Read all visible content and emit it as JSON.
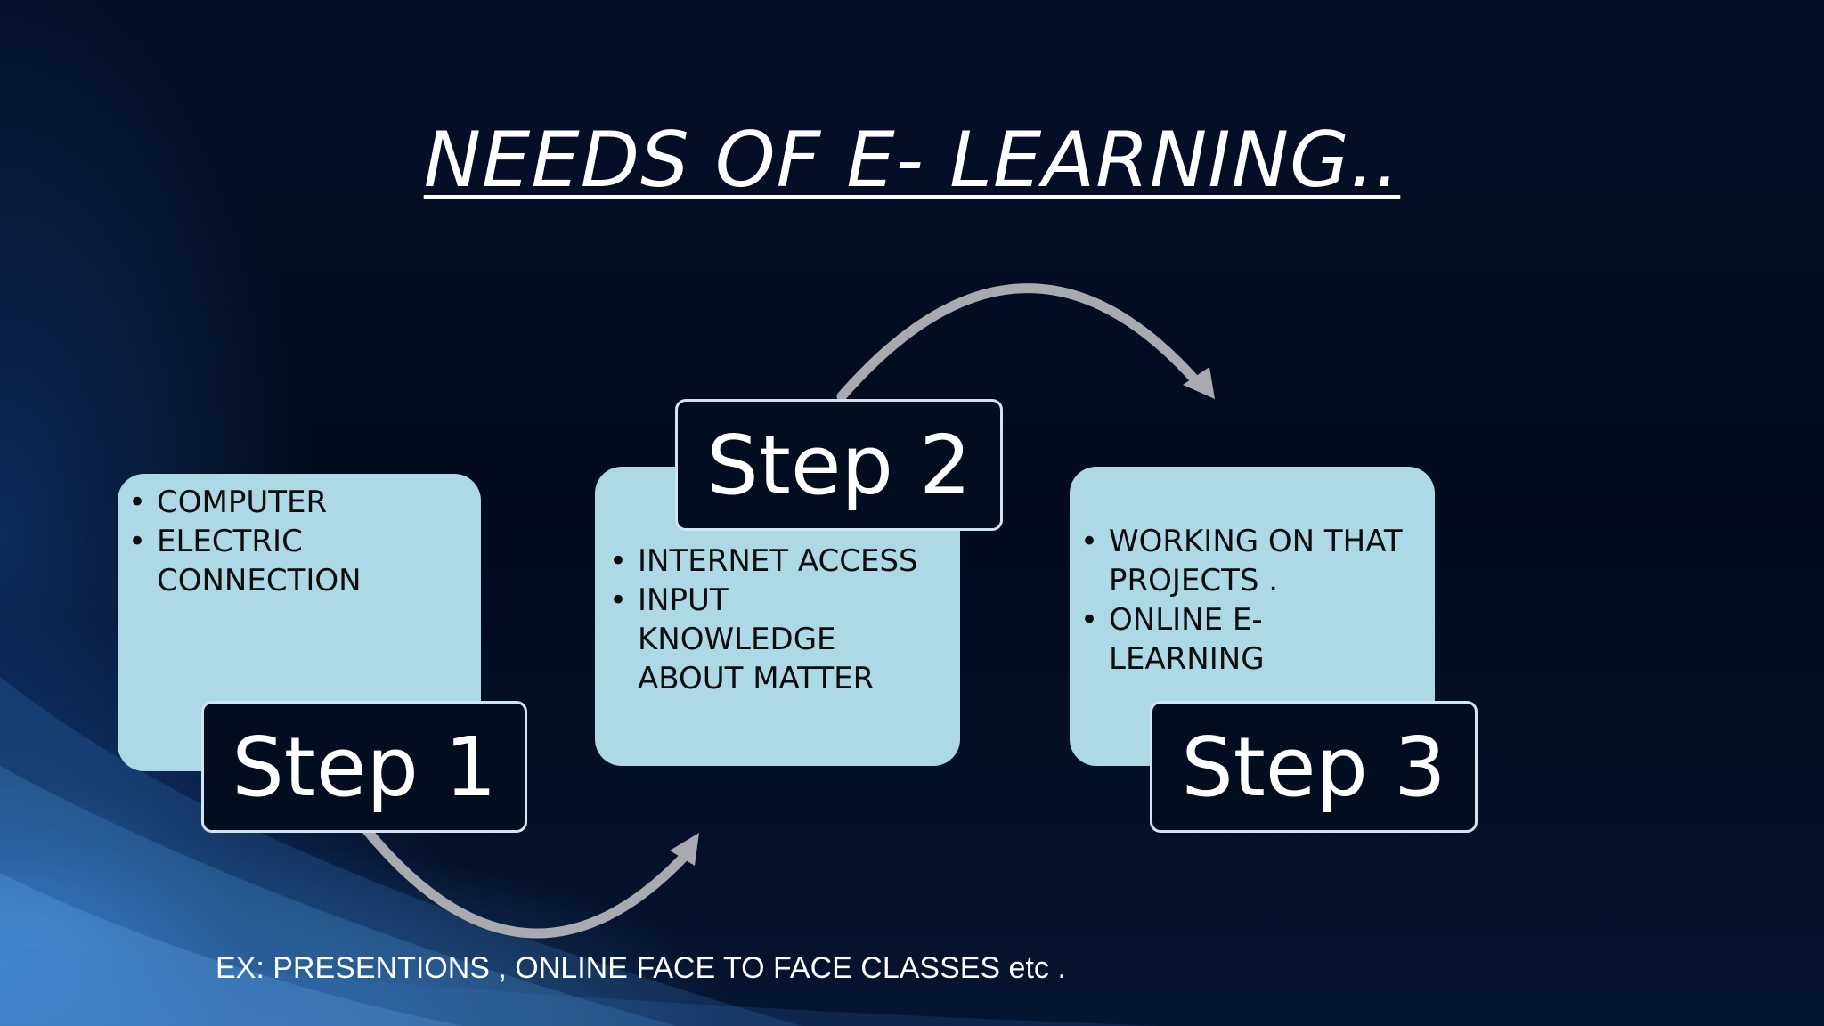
{
  "title": "NEEDS OF E- LEARNING..",
  "steps": [
    {
      "label": "Step 1",
      "items": [
        "COMPUTER",
        "ELECTRIC CONNECTION"
      ]
    },
    {
      "label": "Step 2",
      "items": [
        "INTERNET ACCESS",
        "INPUT KNOWLEDGE ABOUT MATTER"
      ]
    },
    {
      "label": "Step 3",
      "items": [
        "WORKING ON THAT PROJECTS .",
        "ONLINE E-LEARNING"
      ]
    }
  ],
  "footer": "EX: PRESENTIONS , ONLINE FACE TO FACE CLASSES etc .",
  "colors": {
    "background": "#030c1f",
    "content_box": "#add8e6",
    "label_box": "#030d20",
    "arrow": "#a9a9b0",
    "text_light": "#ffffff"
  }
}
